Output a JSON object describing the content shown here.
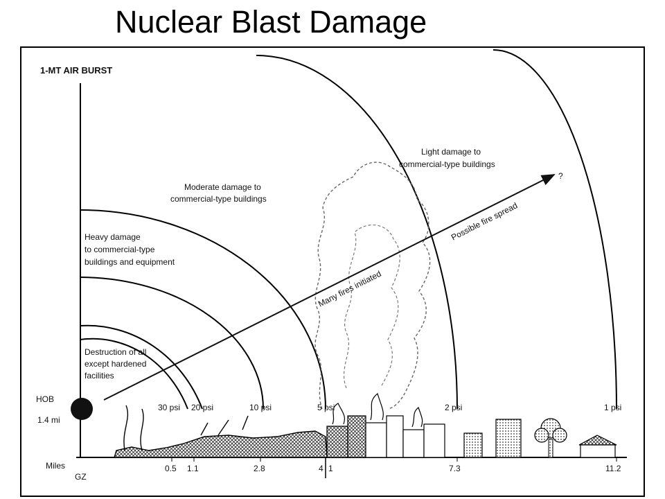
{
  "slide_title": "Nuclear Blast Damage",
  "diagram": {
    "burst_label": "1-MT AIR BURST",
    "hob_label": "HOB",
    "hob_value": "1.4 mi",
    "axis": {
      "unit_label": "Miles",
      "origin_label": "GZ"
    },
    "distance_ticks": [
      "0.5",
      "1.1",
      "2.8",
      "4",
      "1",
      "7.3",
      "11.2"
    ],
    "pressure_labels": [
      "30 psi",
      "20 psi",
      "10 psi",
      "5 psi",
      "2 psi",
      "1 psi"
    ],
    "zones": {
      "destruction": [
        "Destruction of all",
        "except hardened",
        "facilities"
      ],
      "heavy": [
        "Heavy damage",
        "to commercial-type",
        "buildings and equipment"
      ],
      "moderate": [
        "Moderate damage to",
        "commercial-type buildings"
      ],
      "light": [
        "Light damage to",
        "commercial-type buildings"
      ]
    },
    "fire_labels": {
      "initiated": "Many fires initiated",
      "spread": "Possible fire spread",
      "unknown": "?"
    }
  }
}
